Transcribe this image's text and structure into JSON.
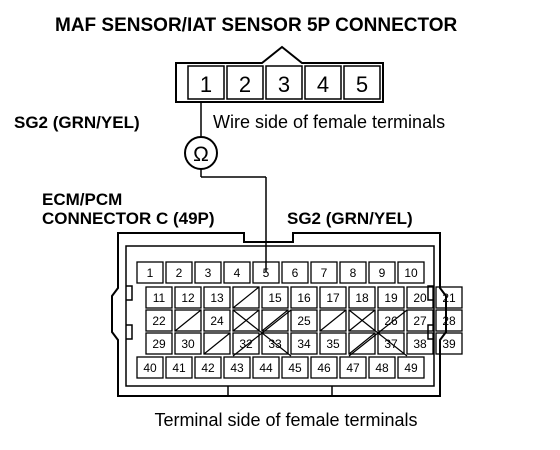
{
  "title": "MAF SENSOR/IAT SENSOR 5P CONNECTOR",
  "maf_connector": {
    "pins": [
      "1",
      "2",
      "3",
      "4",
      "5"
    ],
    "view_label": "Wire side of female terminals",
    "signal_label": "SG2 (GRN/YEL)"
  },
  "meter": {
    "symbol": "Ω"
  },
  "ecm": {
    "title_line1": "ECM/PCM",
    "title_line2": "CONNECTOR C (49P)",
    "signal_label": "SG2 (GRN/YEL)",
    "view_label": "Terminal side of female terminals",
    "rows": [
      [
        "1",
        "2",
        "3",
        "4",
        "5",
        "6",
        "7",
        "8",
        "9",
        "10"
      ],
      [
        "11",
        "12",
        "13",
        "",
        "15",
        "16",
        "17",
        "18",
        "19",
        "20",
        "21"
      ],
      [
        "22",
        "",
        "24",
        "",
        "",
        "25",
        "",
        "",
        "26",
        "27",
        "28"
      ],
      [
        "29",
        "30",
        "",
        "32",
        "33",
        "34",
        "35",
        "",
        "37",
        "38",
        "39"
      ],
      [
        "40",
        "41",
        "42",
        "43",
        "44",
        "45",
        "46",
        "47",
        "48",
        "49"
      ]
    ]
  }
}
